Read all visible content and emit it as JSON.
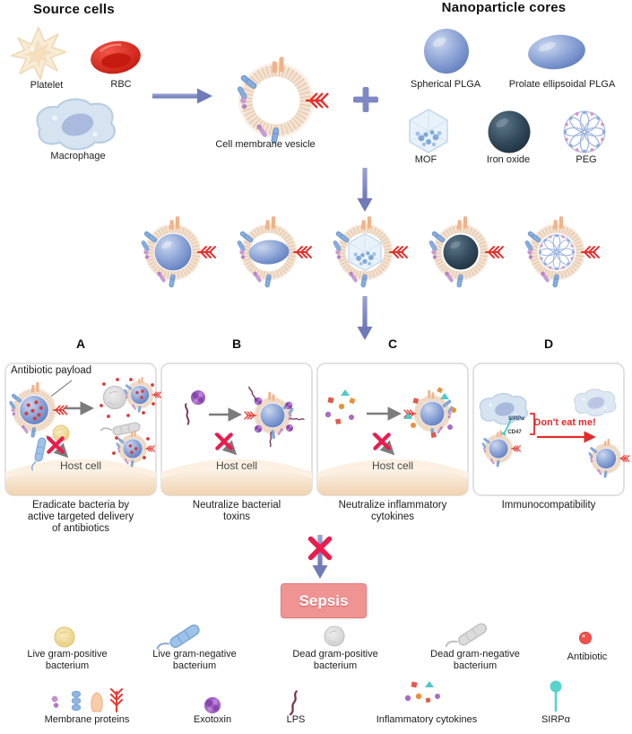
{
  "figure": {
    "headings": {
      "source_cells": "Source cells",
      "nanoparticle_cores": "Nanoparticle cores"
    },
    "source_labels": {
      "platelet": "Platelet",
      "rbc": "RBC",
      "macrophage": "Macrophage",
      "vesicle": "Cell membrane vesicle"
    },
    "core_labels": {
      "spherical": "Spherical PLGA",
      "prolate": "Prolate ellipsoidal PLGA",
      "mof": "MOF",
      "iron_oxide": "Iron oxide",
      "peg": "PEG"
    },
    "panels": [
      {
        "letter": "A",
        "annotation": "Antibiotic payload",
        "host_cell": "Host cell",
        "caption_lines": [
          "Eradicate bacteria by",
          "active targeted delivery",
          "of antibiotics"
        ]
      },
      {
        "letter": "B",
        "host_cell": "Host cell",
        "caption_lines": [
          "Neutralize bacterial",
          "toxins"
        ]
      },
      {
        "letter": "C",
        "host_cell": "Host cell",
        "caption_lines": [
          "Neutralize inflammatory",
          "cytokines"
        ]
      },
      {
        "letter": "D",
        "caption_lines": [
          "Immunocompatibility"
        ],
        "sirpa_label": "SIRPα",
        "cd47_label": "CD47",
        "dont_eat_me": "Don't eat me!"
      }
    ],
    "sepsis_label": "Sepsis",
    "legend_row1": [
      {
        "name": "live-gram-positive-bacterium",
        "lines": [
          "Live gram-positive",
          "bacterium"
        ]
      },
      {
        "name": "live-gram-negative-bacterium",
        "lines": [
          "Live gram-negative",
          "bacterium"
        ]
      },
      {
        "name": "dead-gram-positive-bacterium",
        "lines": [
          "Dead gram-positive",
          "bacterium"
        ]
      },
      {
        "name": "dead-gram-negative-bacterium",
        "lines": [
          "Dead gram-negative",
          "bacterium"
        ]
      },
      {
        "name": "antibiotic",
        "lines": [
          "Antibiotic"
        ]
      }
    ],
    "legend_row2": [
      {
        "name": "membrane-proteins",
        "lines": [
          "Membrane proteins"
        ]
      },
      {
        "name": "exotoxin",
        "lines": [
          "Exotoxin"
        ]
      },
      {
        "name": "lps",
        "lines": [
          "LPS"
        ]
      },
      {
        "name": "inflammatory-cytokines",
        "lines": [
          "Inflammatory cytokines"
        ]
      },
      {
        "name": "sirpa",
        "lines": [
          "SIRPα"
        ]
      }
    ],
    "icons": {
      "plus": "+",
      "down_arrow": "↓",
      "right_arrow": "→",
      "cross": "✕"
    },
    "colors": {
      "arrow_blue": "#7e88c4",
      "cross_red": "#ea1c4d",
      "sepsis_fill": "#f09393",
      "sepsis_border": "#e27b7b",
      "dont_eat_red": "#e32b2b",
      "membrane": "#f3e1d0",
      "membrane_hatch": "#e5c9ad",
      "core_blue": "#6e8ac8",
      "iron_dark": "#22343f",
      "teal": "#55d2cc",
      "host_cell_fill": "#f1d5b4"
    }
  }
}
